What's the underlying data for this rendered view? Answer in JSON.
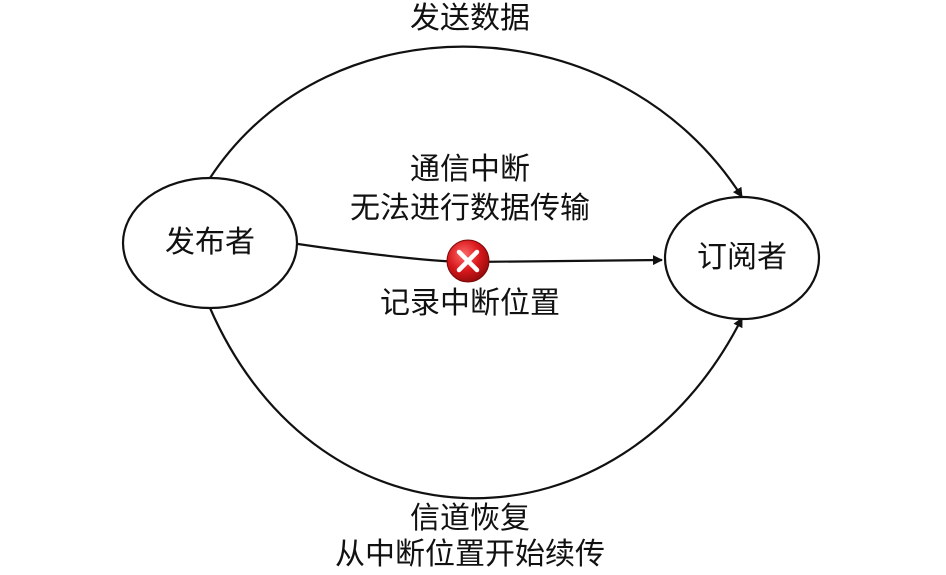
{
  "nodes": {
    "publisher": "发布者",
    "subscriber": "订阅者"
  },
  "edges": {
    "top": "发送数据",
    "middle_above_line1": "通信中断",
    "middle_above_line2": "无法进行数据传输",
    "middle_below": "记录中断位置",
    "bottom_line1": "信道恢复",
    "bottom_line2": "从中断位置开始续传"
  },
  "icons": {
    "interrupt": "error-x-icon"
  },
  "colors": {
    "line": "#111111",
    "error_red": "#d8181c",
    "error_dark": "#8e0a0a"
  }
}
